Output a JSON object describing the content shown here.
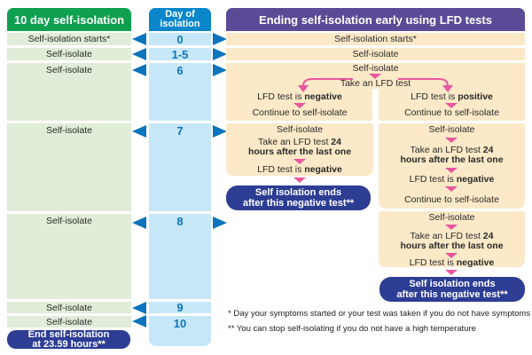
{
  "left_column": {
    "header": "10 day self-isolation",
    "rows": [
      "Self-isolation starts*",
      "Self-isolate",
      "Self-isolate",
      "Self-isolate",
      "Self-isolate",
      "Self-isolate",
      "Self-isolate"
    ],
    "end_box": {
      "line1": "End self-isolation",
      "line2": "at 23.59 hours**"
    }
  },
  "day_column": {
    "header": {
      "line1": "Day of",
      "line2": "isolation"
    },
    "days": [
      "0",
      "1-5",
      "6",
      "7",
      "8",
      "9",
      "10"
    ]
  },
  "flowchart": {
    "header": "Ending self-isolation early using LFD tests",
    "start_row": "Self-isolation starts*",
    "self_isolate": "Self-isolate",
    "take_test": "Take an LFD test",
    "take_test_24": {
      "prefix": "Take an LFD test ",
      "bold1": "24",
      "bold2": "hours after the last one"
    },
    "result": {
      "prefix": "LFD test is ",
      "negative": "negative",
      "positive": "positive"
    },
    "continue_isolate": "Continue to self-isolate",
    "end_box": {
      "line1": "Self isolation ends",
      "line2": "after this negative test**"
    }
  },
  "footnotes": {
    "note1": "* Day your symptoms started or your test was taken if you do not have symptoms",
    "note2": "** You can stop self-isolating if you do not have a high temperature"
  },
  "colors": {
    "green_header": "#0fa04f",
    "light_green": "#e0edd8",
    "blue_header": "#0a86ca",
    "light_blue": "#c6e7f7",
    "day_number_blue": "#0d74bc",
    "purple_header": "#5b4b96",
    "cream": "#fbe9c8",
    "pink_arrow": "#e8579d",
    "dark_blue_box": "#2d3d94"
  }
}
